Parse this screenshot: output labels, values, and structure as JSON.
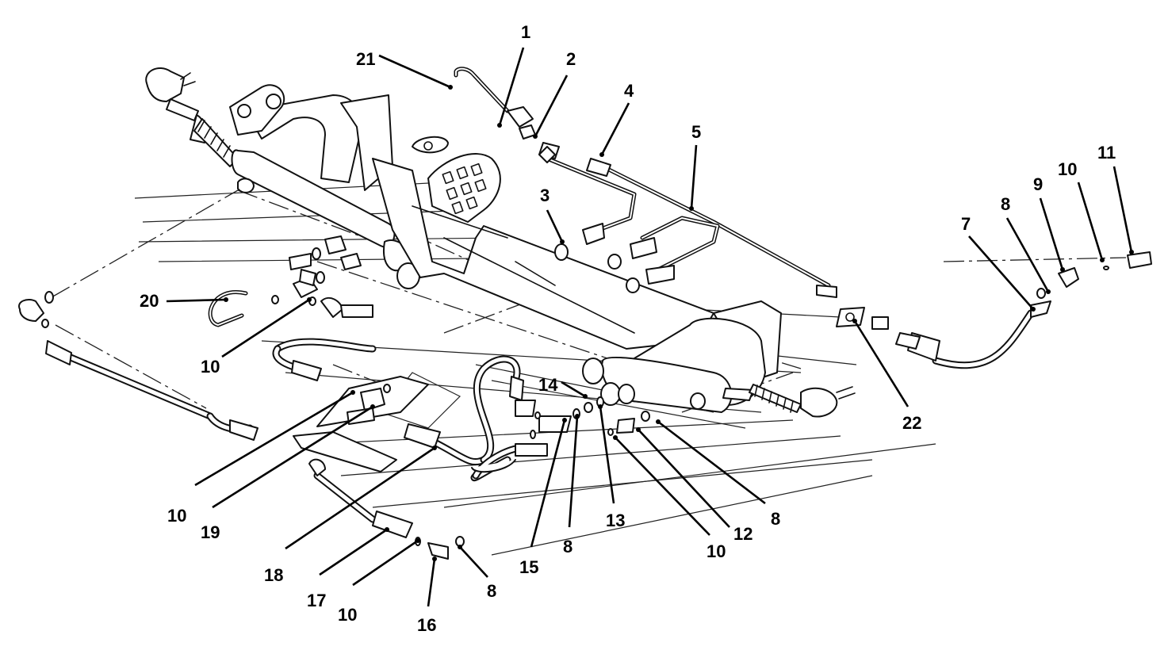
{
  "callouts": [
    {
      "label": "1"
    },
    {
      "label": "2"
    },
    {
      "label": "3"
    },
    {
      "label": "4"
    },
    {
      "label": "5"
    },
    {
      "label": "7"
    },
    {
      "label": "8"
    },
    {
      "label": "9"
    },
    {
      "label": "10"
    },
    {
      "label": "11"
    },
    {
      "label": "21"
    },
    {
      "label": "20"
    },
    {
      "label": "10"
    },
    {
      "label": "22"
    },
    {
      "label": "14"
    },
    {
      "label": "10"
    },
    {
      "label": "19"
    },
    {
      "label": "18"
    },
    {
      "label": "17"
    },
    {
      "label": "10"
    },
    {
      "label": "16"
    },
    {
      "label": "8"
    },
    {
      "label": "15"
    },
    {
      "label": "8"
    },
    {
      "label": "13"
    },
    {
      "label": "10"
    },
    {
      "label": "12"
    },
    {
      "label": "8"
    }
  ]
}
